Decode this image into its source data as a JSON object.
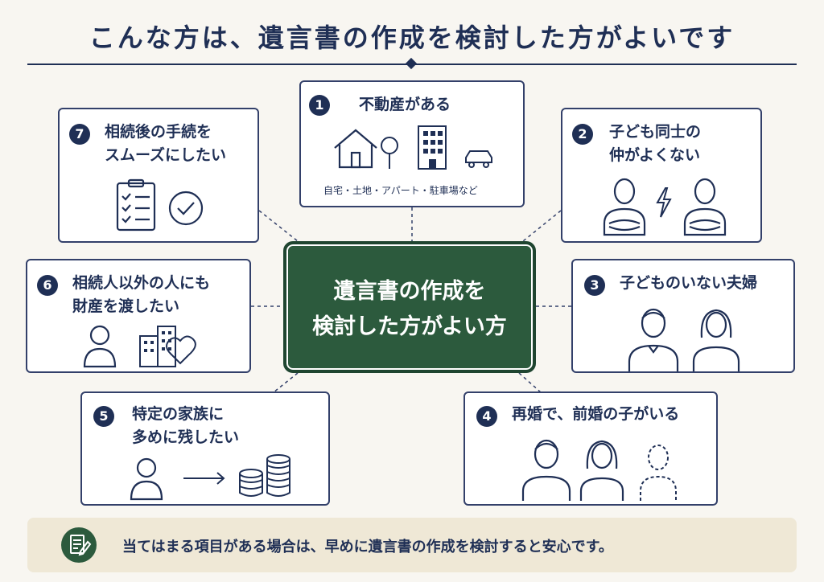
{
  "title": "こんな方は、遺言書の作成を検討した方がよいです",
  "center": {
    "line1": "遺言書の作成を",
    "line2": "検討した方がよい方"
  },
  "items": [
    {
      "num": "1",
      "line1": "不動産がある",
      "sub": "自宅・土地・アパート・駐車場など",
      "icons": [
        "house-icon",
        "tree-icon",
        "building-icon",
        "car-icon"
      ]
    },
    {
      "num": "2",
      "line1": "子ども同士の",
      "line2": "仲がよくない",
      "icons": [
        "person-arms-crossed-icon",
        "lightning-icon",
        "person-arms-crossed-icon"
      ]
    },
    {
      "num": "3",
      "line1": "子どものいない夫婦",
      "icons": [
        "man-icon",
        "woman-icon"
      ]
    },
    {
      "num": "4",
      "line1": "再婚で、前婚の子がいる",
      "icons": [
        "man-icon",
        "woman-icon",
        "dashed-person-icon"
      ]
    },
    {
      "num": "5",
      "line1": "特定の家族に",
      "line2": "多めに残したい",
      "icons": [
        "person-icon",
        "arrow-right-icon",
        "coins-icon"
      ]
    },
    {
      "num": "6",
      "line1": "相続人以外の人にも",
      "line2": "財産を渡したい",
      "icons": [
        "person-icon",
        "building-heart-icon"
      ]
    },
    {
      "num": "7",
      "line1": "相続後の手続を",
      "line2": "スムーズにしたい",
      "icons": [
        "checklist-icon",
        "checkmark-circle-icon"
      ]
    }
  ],
  "footer": {
    "text": "当てはまる項目がある場合は、早めに遺言書の作成を検討すると安心です。",
    "icon": "document-pen-icon"
  },
  "colors": {
    "navy": "#1f2f55",
    "green": "#2c5a3d",
    "footer_bg": "#efe8d6",
    "background": "#f8f6f1"
  }
}
